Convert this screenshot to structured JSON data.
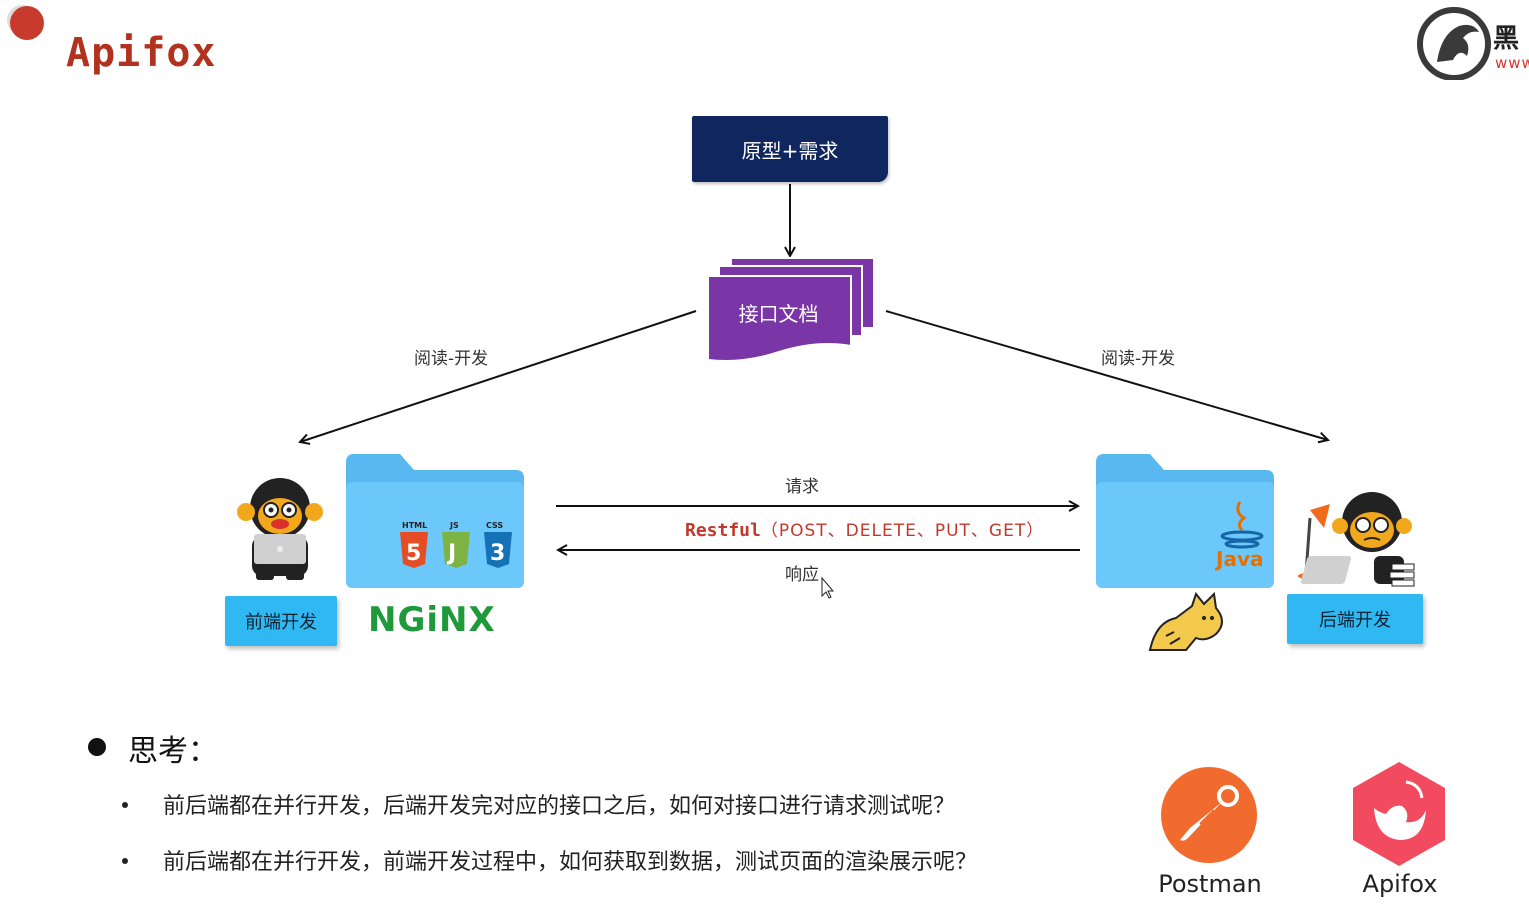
{
  "header": {
    "title": "Apifox"
  },
  "brand": {
    "text": "黑",
    "sub": "www"
  },
  "diagram": {
    "requirements_node": "原型+需求",
    "api_doc_node": "接口文档",
    "left_edge_label": "阅读-开发",
    "right_edge_label": "阅读-开发",
    "request_label": "请求",
    "restful_keyword": "Restful",
    "restful_methods": "（POST、DELETE、PUT、GET）",
    "response_label": "响应",
    "frontend_button": "前端开发",
    "backend_button": "后端开发",
    "nginx_label": "NGiNX",
    "web_badges": [
      "HTML",
      "JS",
      "CSS"
    ],
    "java_label": "Java"
  },
  "thinking": {
    "heading": "思考：",
    "questions": [
      "前后端都在并行开发，后端开发完对应的接口之后，如何对接口进行请求测试呢？",
      "前后端都在并行开发，前端开发过程中，如何获取到数据，测试页面的渲染展示呢？"
    ]
  },
  "tools": {
    "postman": "Postman",
    "apifox": "Apifox"
  },
  "colors": {
    "title_red": "#b2321f",
    "navy": "#10265e",
    "purple": "#7a35a6",
    "button_blue": "#30b8f2",
    "nginx_green": "#1f9a3a",
    "postman_orange": "#f26b2e",
    "apifox_pink": "#f24a5f"
  }
}
